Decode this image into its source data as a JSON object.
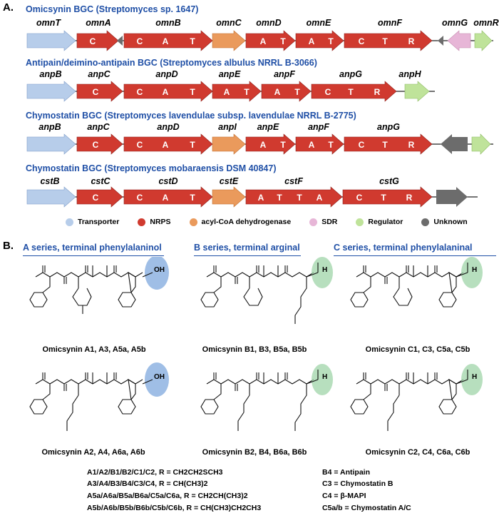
{
  "panel_a": {
    "label": "A.",
    "clusters": [
      {
        "title": "Omicsynin BGC (Streptomyces sp. 1647)",
        "genes": [
          "omnT",
          "omnA",
          "omnB",
          "omnC",
          "omnD",
          "omnE",
          "omnF",
          "omnG",
          "omnR"
        ]
      },
      {
        "title": "Antipain/deimino-antipain BGC (Streptomyces albulus NRRL B-3066)",
        "genes": [
          "anpB",
          "anpC",
          "anpD",
          "anpE",
          "anpF",
          "anpG",
          "anpH"
        ]
      },
      {
        "title": "Chymostatin BGC (Streptomyces lavendulae subsp. lavendulae  NRRL B-2775)",
        "genes": [
          "anpB",
          "anpC",
          "anpD",
          "anpI",
          "anpE",
          "anpF",
          "anpG"
        ]
      },
      {
        "title": "Chymostatin BGC (Streptomyces mobaraensis DSM 40847)",
        "genes": [
          "cstB",
          "cstC",
          "cstD",
          "cstE",
          "cstF",
          "cstG"
        ]
      }
    ],
    "legend": [
      {
        "label": "Transporter",
        "color": "#b7cdea"
      },
      {
        "label": "NRPS",
        "color": "#d03a2f"
      },
      {
        "label": "acyl-CoA dehydrogenase",
        "color": "#ea9a5c"
      },
      {
        "label": "SDR",
        "color": "#e7b6d7"
      },
      {
        "label": "Regulator",
        "color": "#bfe39a"
      },
      {
        "label": "Unknown",
        "color": "#6c6c6c"
      }
    ]
  },
  "panel_b": {
    "label": "B.",
    "series": [
      {
        "title": "A series, terminal  phenylalaninol",
        "group": "OH"
      },
      {
        "title": "B series, terminal  arginal",
        "group": "H"
      },
      {
        "title": "C series, terminal  phenylalaninal",
        "group": "H"
      }
    ],
    "captions": [
      "Omicsynin A1, A3, A5a, A5b",
      "Omicsynin B1, B3, B5a, B5b",
      "Omicsynin C1, C3, C5a, C5b",
      "Omicsynin A2, A4, A6a, A6b",
      "Omicsynin B2, B4, B6a, B6b",
      "Omicsynin C2, C4, C6a, C6b"
    ],
    "r_groups": [
      "A1/A2/B1/B2/C1/C2, R = CH2CH2SCH3",
      "A3/A4/B3/B4/C3/C4, R = CH(CH3)2",
      "A5a/A6a/B5a/B6a/C5a/C6a, R = CH2CH(CH3)2",
      "A5b/A6b/B5b/B6b/C5b/C6b, R = CH(CH3)CH2CH3"
    ],
    "names": [
      "B4 = Antipain",
      "C3 = Chymostatin B",
      "C4 = β-MAPI",
      "C5a/b = Chymostatin A/C"
    ]
  }
}
